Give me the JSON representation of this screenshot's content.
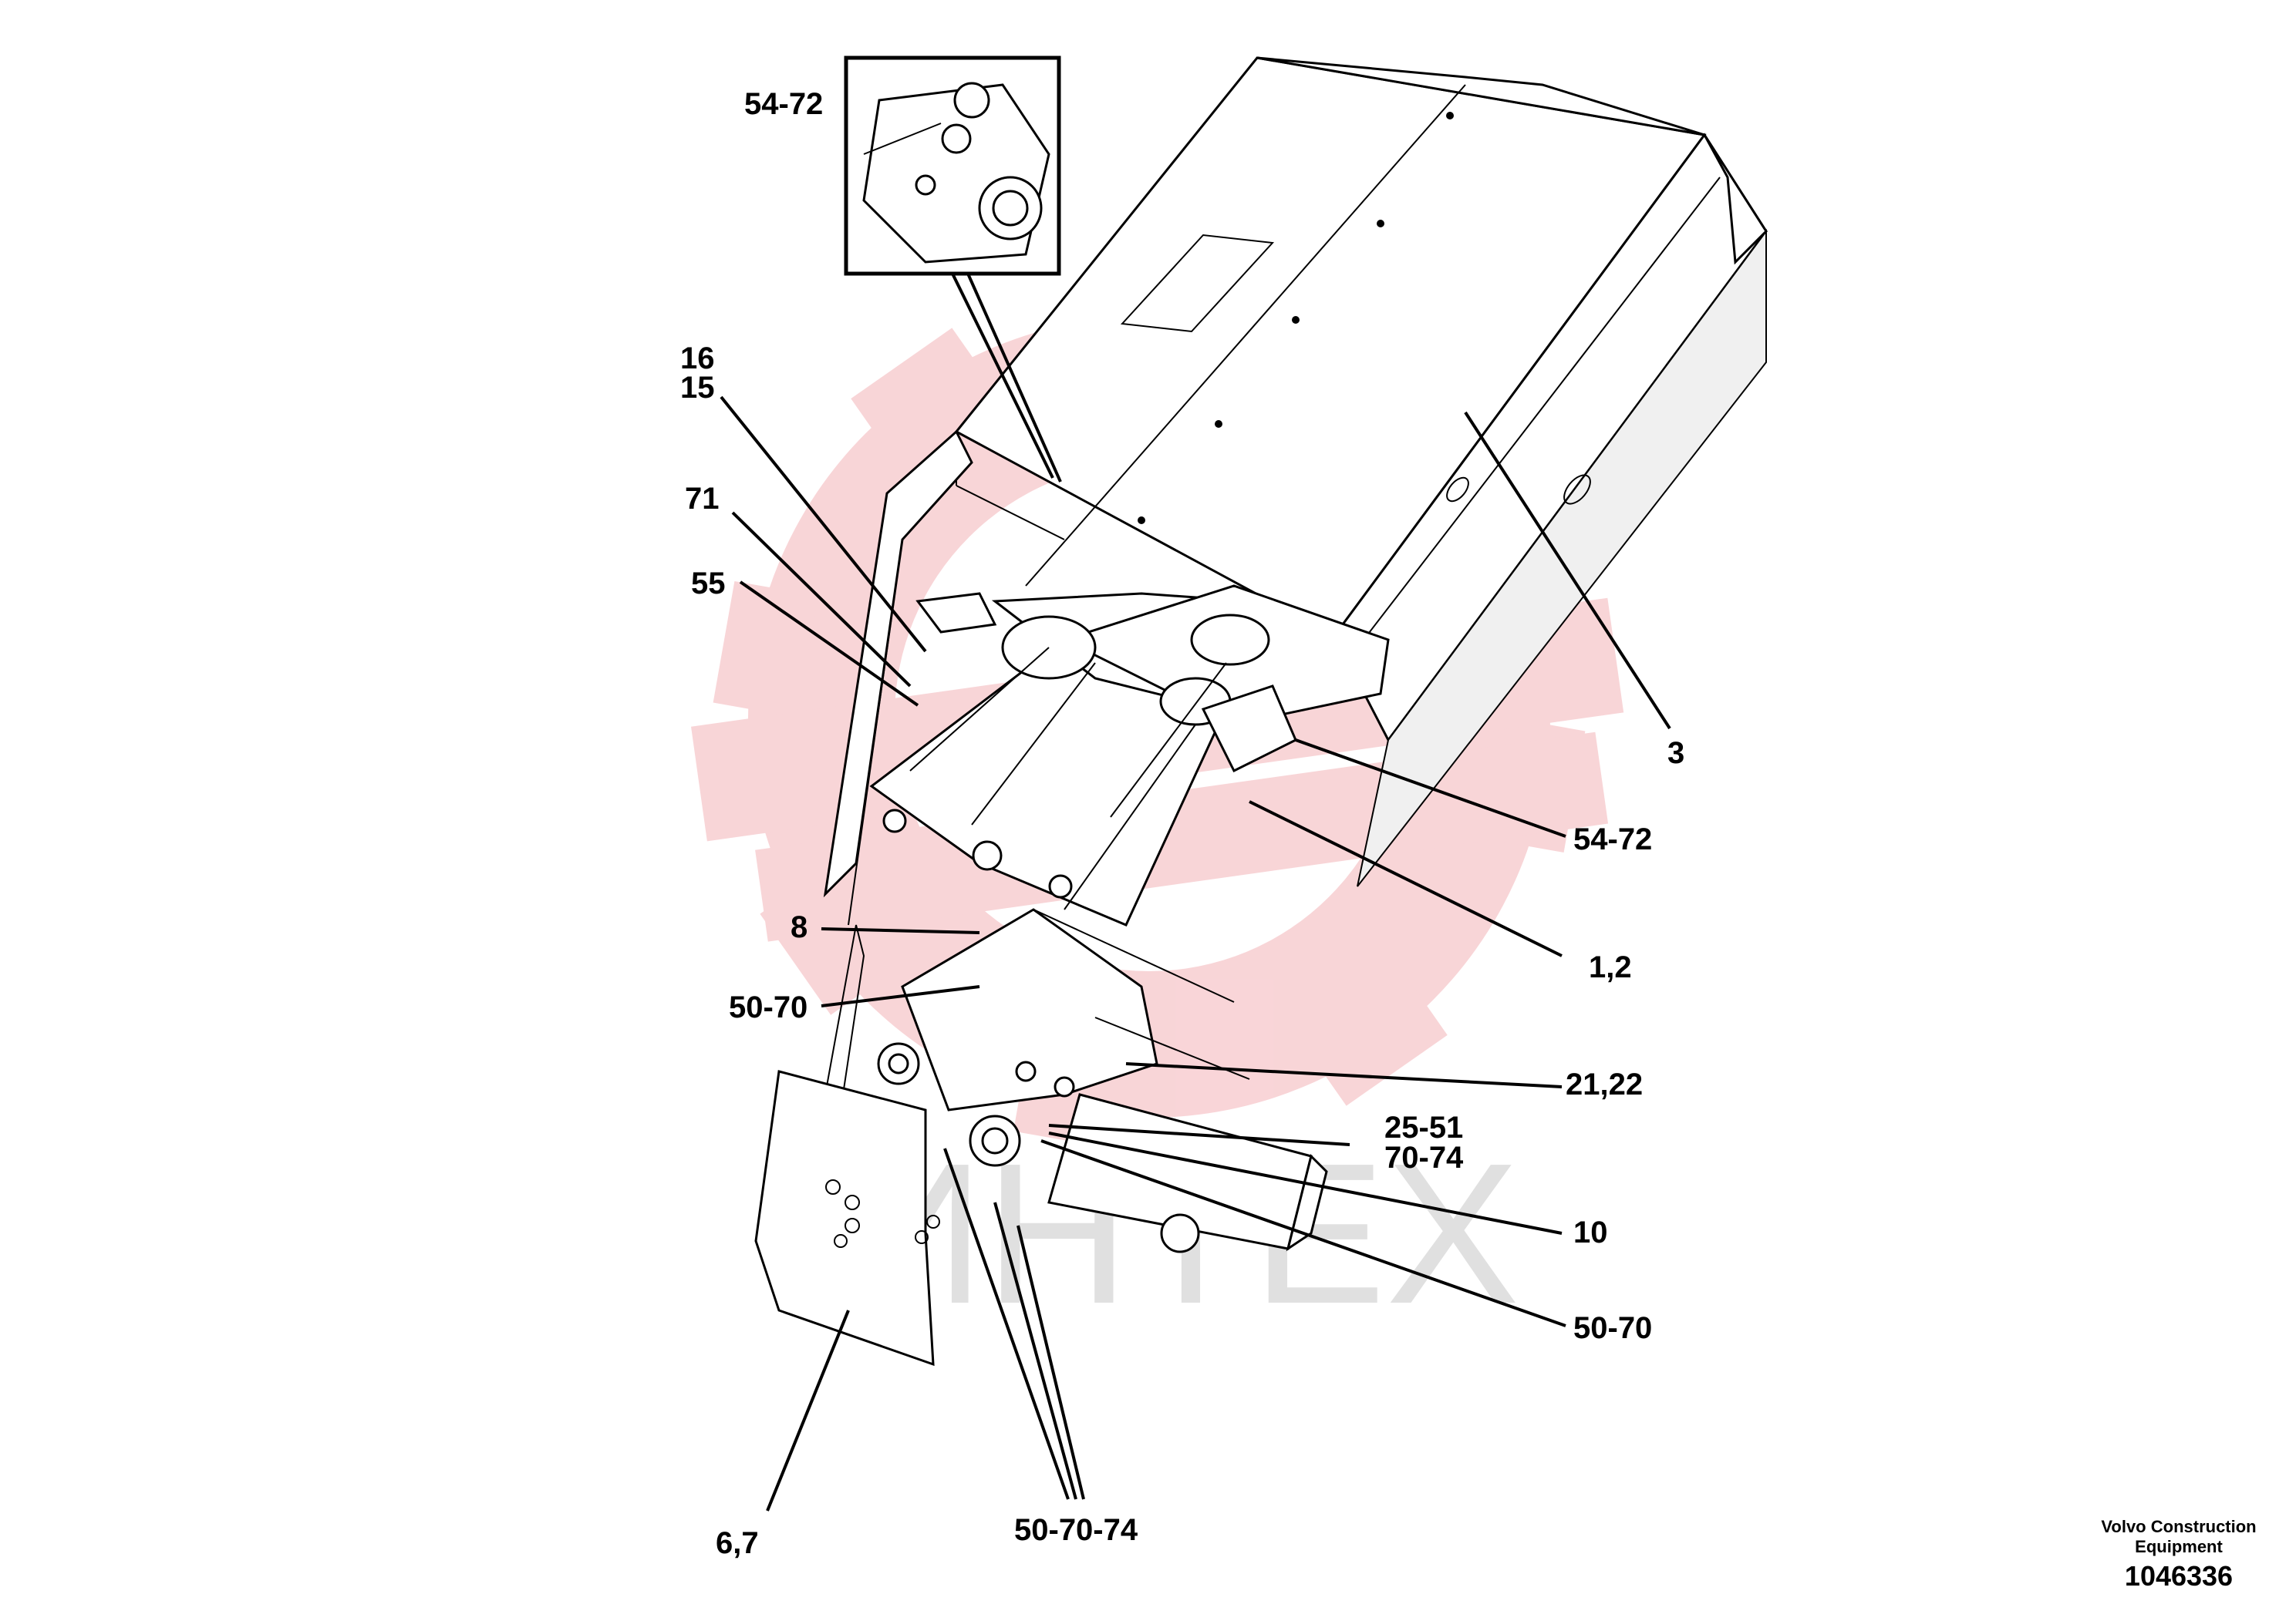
{
  "callouts": {
    "c_54_72_top": "54-72",
    "c_16": "16",
    "c_15": "15",
    "c_71": "71",
    "c_55": "55",
    "c_3": "3",
    "c_54_72_right": "54-72",
    "c_1_2": "1,2",
    "c_8": "8",
    "c_50_70_left": "50-70",
    "c_21_22": "21,22",
    "c_25_51": "25-51",
    "c_70_74": "70-74",
    "c_10": "10",
    "c_50_70_right": "50-70",
    "c_6_7": "6,7",
    "c_50_70_74": "50-70-74"
  },
  "brand": {
    "name": "Volvo Construction Equipment",
    "drawing_number": "1046336"
  },
  "watermark": {
    "text": "ИНТЕХ",
    "gear_color": "#f4b3b8",
    "text_color": "#d9d9d9"
  }
}
